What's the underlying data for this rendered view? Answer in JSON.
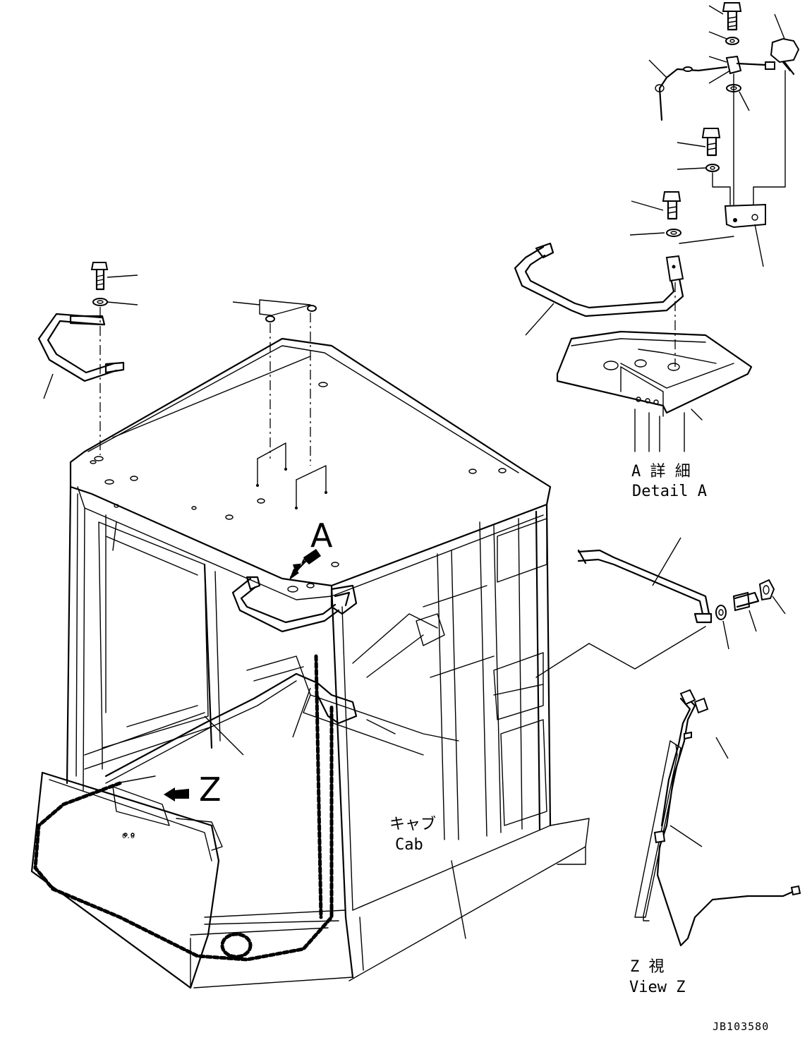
{
  "labels": {
    "callout_a": "A",
    "callout_z": "Z",
    "detail_a_jp": "A 詳 細",
    "detail_a_en": "Detail A",
    "cab_jp": "キャブ",
    "cab_en": "Cab",
    "view_z_jp": "Z 視",
    "view_z_en": "View Z",
    "drawing_code": "JB103580"
  }
}
